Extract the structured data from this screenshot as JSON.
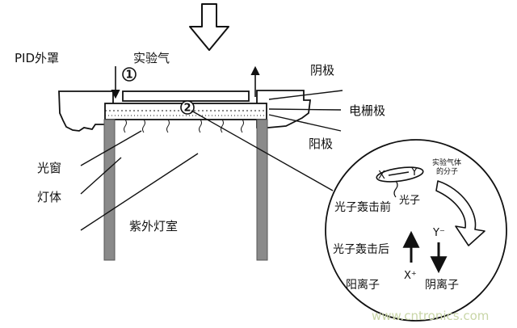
{
  "labels": {
    "pid_cover": "PID外罩",
    "test_gas": "实验气",
    "cathode": "阴极",
    "grid_electrode": "电栅极",
    "anode": "阳极",
    "light_window": "光窗",
    "lamp_body": "灯体",
    "uv_chamber": "紫外灯室",
    "marker_1": "1",
    "marker_2": "2"
  },
  "inset": {
    "gas_molecule": "实验气体\n的分子",
    "atom_x": "X",
    "atom_y": "Y",
    "before_impact": "光子轰击前",
    "photon": "光子",
    "after_impact": "光子轰击后",
    "y_minus": "Y⁻",
    "x_plus": "X⁺",
    "cation": "阳离子",
    "anion": "阴离子"
  },
  "watermark": "www.cntronics.com",
  "colors": {
    "line": "#111111",
    "lamp_gray": "#8a8a8a",
    "housing_fill": "#ffffff",
    "watermark": "#c9d6a8"
  }
}
